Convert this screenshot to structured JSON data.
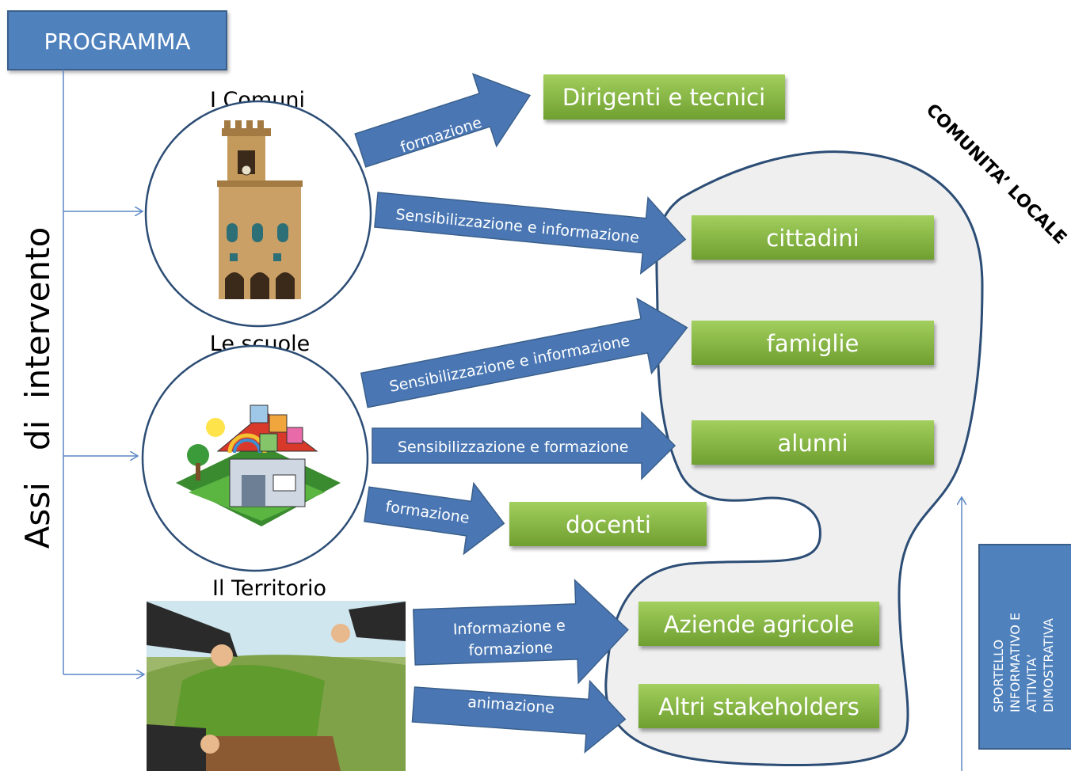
{
  "programma": "PROGRAMMA",
  "vertical_title": "Assi   di  intervento",
  "community_label": "COMUNITA’ LOCALE",
  "sections": {
    "comuni": "I Comuni",
    "scuole": "Le scuole",
    "territorio": "Il Territorio"
  },
  "targets": {
    "dirigenti": "Dirigenti e tecnici",
    "cittadini": "cittadini",
    "famiglie": "famiglie",
    "alunni": "alunni",
    "docenti": "docenti",
    "aziende": "Aziende agricole",
    "stakeholders": "Altri stakeholders"
  },
  "arrows": {
    "comuni_formazione": "formazione",
    "comuni_sensibilizzazione": "Sensibilizzazione e informazione",
    "scuole_sensibilizzazione_info": "Sensibilizzazione e informazione",
    "scuole_sensibilizzazione_form": "Sensibilizzazione e formazione",
    "scuole_formazione": "formazione",
    "territorio_info_line1": "Informazione e",
    "territorio_info_line2": "formazione",
    "territorio_animazione": "animazione"
  },
  "sportello": {
    "line1": "SPORTELLO",
    "line2": "INFORMATIVO E",
    "line3": "ATTIVITA’",
    "line4": "DIMOSTRATIVA"
  },
  "colors": {
    "blue_box": "#4f81bd",
    "blue_border": "#3a5f8b",
    "arrow_blue": "#4a77b4",
    "green_top": "#9bc95a",
    "green_bottom": "#6e9e2f",
    "community_fill": "#efefef",
    "community_stroke": "#2c4d75",
    "line_blue": "#5b87c4"
  },
  "icons": {
    "comuni": "town-hall-icon",
    "scuole": "school-icon",
    "territorio": "land-illustration-icon"
  }
}
